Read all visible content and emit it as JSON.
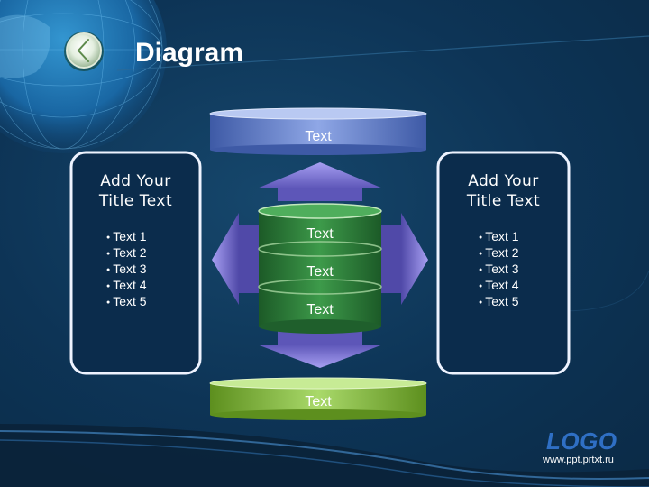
{
  "slide": {
    "title": "Diagram"
  },
  "top_cylinder": {
    "label": "Text"
  },
  "bottom_cylinder": {
    "label": "Text"
  },
  "center_stack": {
    "labels": [
      "Text",
      "Text",
      "Text"
    ]
  },
  "left_panel": {
    "title_line1": "Add Your",
    "title_line2": "Title Text",
    "items": [
      "Text 1",
      "Text 2",
      "Text 3",
      "Text 4",
      "Text 5"
    ]
  },
  "right_panel": {
    "title_line1": "Add Your",
    "title_line2": "Title Text",
    "items": [
      "Text 1",
      "Text 2",
      "Text 3",
      "Text 4",
      "Text 5"
    ]
  },
  "footer": {
    "logo": "LOGO",
    "url": "www.ppt.prtxt.ru"
  },
  "colors": {
    "background": "#0d3456",
    "arrow": "#8e86e8",
    "top_cylinder": "#6b88cc",
    "bottom_cylinder": "#8cc63f",
    "stack": "#2f7d3a",
    "logo": "#2f6fc4"
  }
}
